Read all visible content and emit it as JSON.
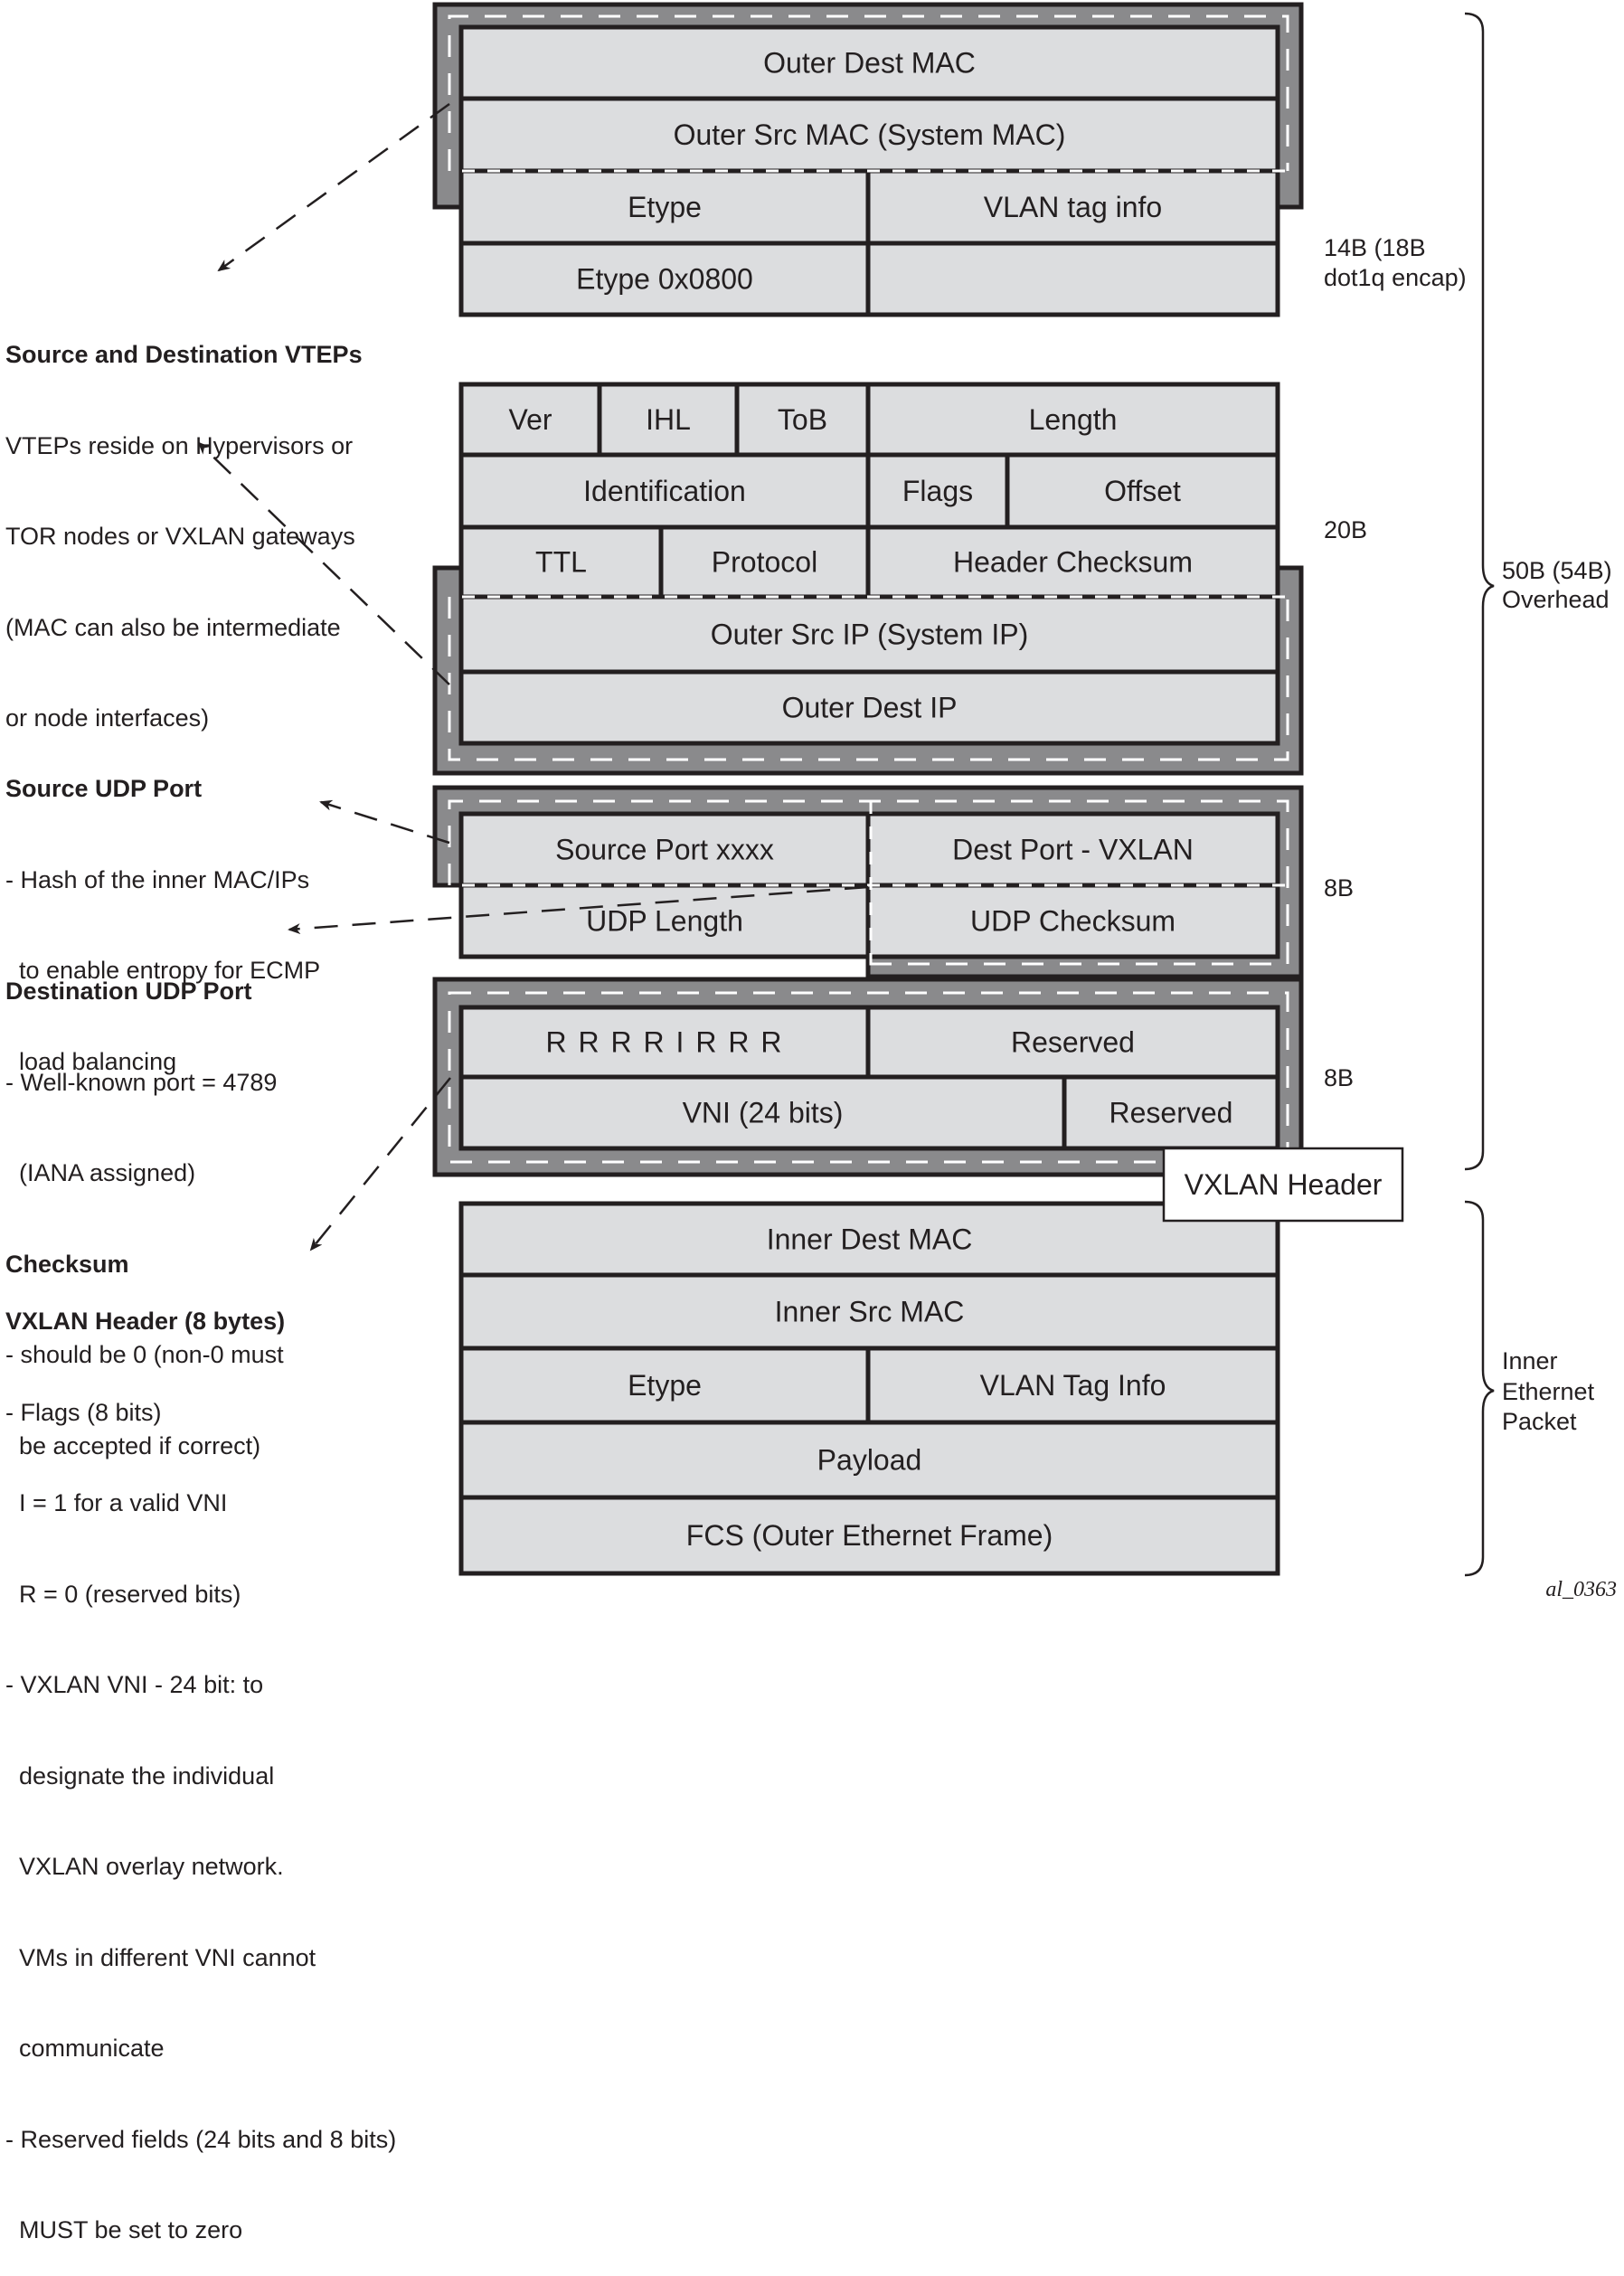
{
  "outer_ethernet": {
    "rows": [
      {
        "cells": [
          "Outer Dest MAC"
        ]
      },
      {
        "cells": [
          "Outer Src MAC (System MAC)"
        ]
      },
      {
        "cells": [
          "Etype",
          "VLAN tag info"
        ]
      },
      {
        "cells": [
          "Etype 0x0800",
          ""
        ]
      }
    ],
    "size_label": [
      "14B (18B",
      "dot1q encap)"
    ]
  },
  "outer_ip": {
    "rows": [
      {
        "cells": [
          "Ver",
          "IHL",
          "ToB",
          "Length"
        ]
      },
      {
        "cells": [
          "Identification",
          "Flags",
          "Offset"
        ]
      },
      {
        "cells": [
          "TTL",
          "Protocol",
          "Header Checksum"
        ]
      },
      {
        "cells": [
          "Outer Src IP (System IP)"
        ]
      },
      {
        "cells": [
          "Outer Dest IP"
        ]
      }
    ],
    "size_label": "20B"
  },
  "outer_udp": {
    "rows": [
      {
        "cells": [
          "Source Port xxxx",
          "Dest Port - VXLAN"
        ]
      },
      {
        "cells": [
          "UDP Length",
          "UDP Checksum"
        ]
      }
    ],
    "size_label": "8B"
  },
  "vxlan_header": {
    "rows": [
      {
        "cells": [
          "R R R R I R R R",
          "Reserved"
        ]
      },
      {
        "cells": [
          "VNI (24 bits)",
          "Reserved"
        ]
      }
    ],
    "size_label": "8B",
    "callout": "VXLAN Header"
  },
  "inner_packet": {
    "rows": [
      {
        "cells": [
          "Inner Dest MAC"
        ]
      },
      {
        "cells": [
          "Inner Src MAC"
        ]
      },
      {
        "cells": [
          "Etype",
          "VLAN Tag Info"
        ]
      },
      {
        "cells": [
          "Payload"
        ]
      },
      {
        "cells": [
          "FCS (Outer Ethernet Frame)"
        ]
      }
    ]
  },
  "braces": {
    "overhead": [
      "50B (54B)",
      "Overhead"
    ],
    "inner": [
      "Inner",
      "Ethernet",
      "Packet"
    ]
  },
  "notes": {
    "vteps": {
      "heading": "Source and Destination VTEPs",
      "lines": [
        "VTEPs reside on Hypervisors or",
        "TOR nodes or VXLAN gateways",
        "(MAC can also be intermediate",
        "or node interfaces)"
      ]
    },
    "src_udp": {
      "heading": "Source UDP Port",
      "lines": [
        "- Hash of the inner MAC/IPs",
        "  to enable entropy for ECMP",
        "  load balancing"
      ]
    },
    "dst_udp": {
      "heading": "Destination UDP Port",
      "lines": [
        "- Well-known port = 4789",
        "  (IANA assigned)"
      ]
    },
    "checksum": {
      "heading": "Checksum",
      "lines": [
        "- should be 0 (non-0 must",
        "  be accepted if correct)"
      ]
    },
    "vxlan": {
      "heading": "VXLAN Header (8 bytes)",
      "lines": [
        "- Flags (8 bits)",
        "  I = 1 for a valid VNI",
        "  R = 0 (reserved bits)",
        "- VXLAN VNI - 24 bit: to",
        "  designate the individual",
        "  VXLAN overlay network.",
        "  VMs in different VNI cannot",
        "  communicate",
        "- Reserved fields (24 bits and 8 bits)",
        "  MUST be set to zero"
      ]
    }
  },
  "figure_id": "al_0363",
  "colors": {
    "cell_fill": "#dcdddf",
    "frame_fill": "#8a8a8c",
    "stroke": "#231f20",
    "dash": "#ffffff"
  }
}
